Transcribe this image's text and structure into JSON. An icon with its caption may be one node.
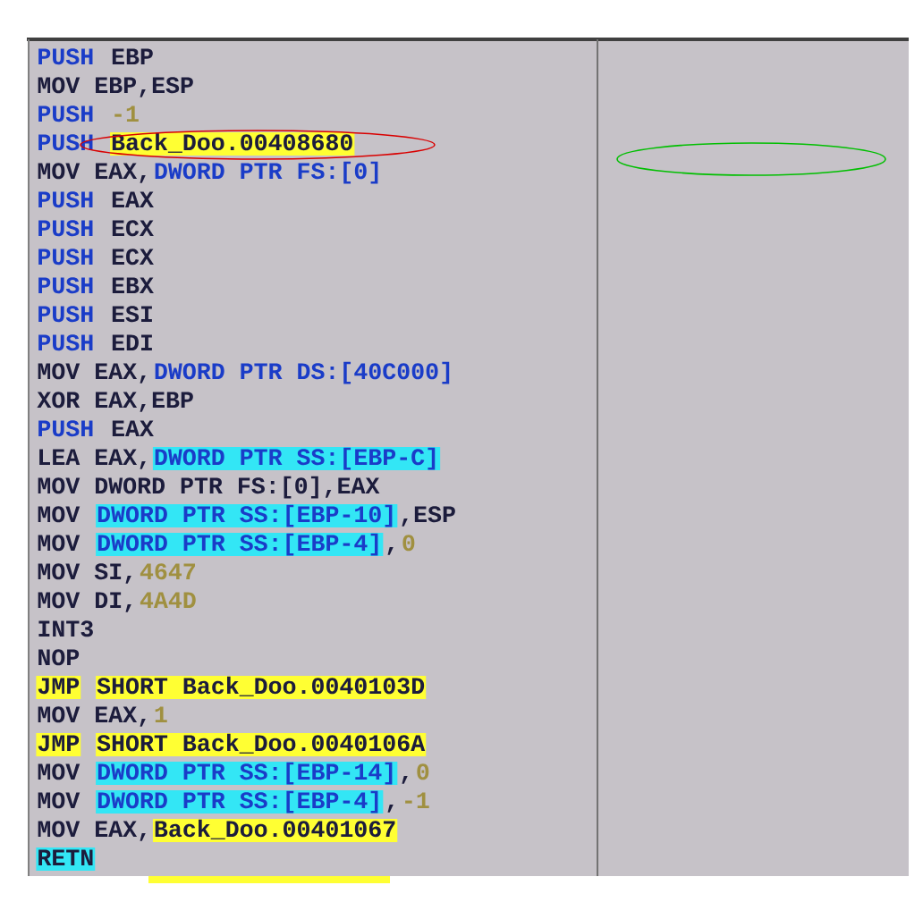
{
  "diagram": {
    "labels": [
      "PUSH",
      "EBP",
      "MOV EBP,ESP",
      "PUSH",
      "-1",
      "PUSH",
      "Back_Doo.00408680",
      "MOV EAX,",
      "DWORD PTR FS:[0]",
      "PUSH",
      "EAX",
      "PUSH",
      "ECX",
      "PUSH",
      "ECX",
      "PUSH",
      "EBX",
      "PUSH",
      "ESI",
      "PUSH",
      "EDI",
      "MOV EAX,",
      "DWORD PTR DS:[40C000]",
      "XOR EAX,EBP",
      "PUSH",
      "EAX",
      "LEA EAX,",
      "DWORD PTR SS:[EBP-C]",
      "MOV DWORD PTR FS:[0],EAX",
      "MOV",
      "DWORD PTR SS:[EBP-10]",
      ",ESP",
      "MOV",
      "DWORD PTR SS:[EBP-4]",
      ",",
      "0",
      "MOV SI,",
      "4647",
      "MOV DI,",
      "4A4D",
      "INT3",
      "NOP",
      "JMP",
      "SHORT Back_Doo.0040103D",
      "MOV EAX,",
      "1",
      "JMP",
      "SHORT Back_Doo.0040106A",
      "MOV",
      "DWORD PTR SS:[EBP-14]",
      ",",
      "0",
      "MOV",
      "DWORD PTR SS:[EBP-4]",
      ",",
      "-1",
      "MOV EAX,",
      "Back_Doo.00401067",
      "RETN"
    ]
  }
}
